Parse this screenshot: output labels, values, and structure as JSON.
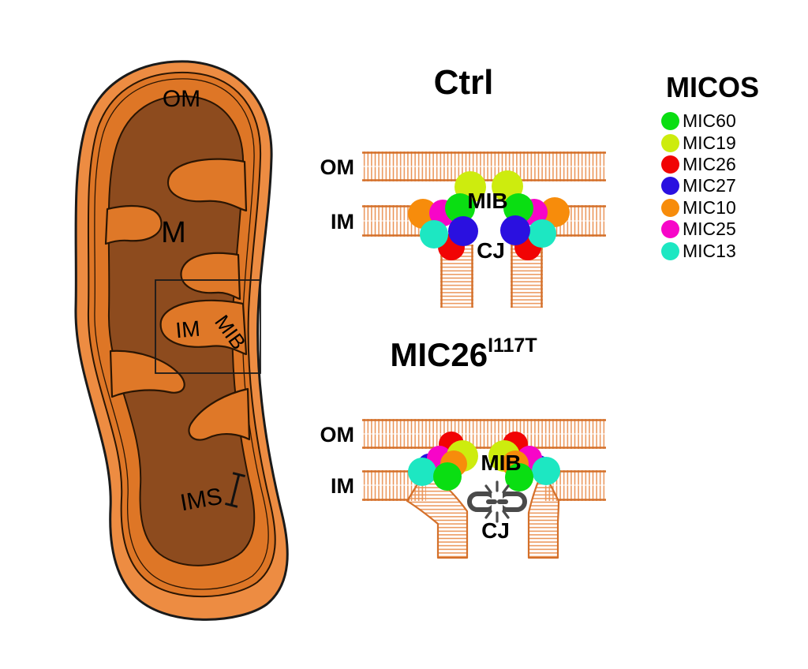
{
  "mito": {
    "om": "OM",
    "matrix": "M",
    "im": "IM",
    "mib": "MIB",
    "ims": "IMS"
  },
  "ctrl": {
    "title": "Ctrl",
    "om": "OM",
    "im": "IM",
    "mib": "MIB",
    "cj": "CJ"
  },
  "mutant": {
    "title": "MIC26",
    "title_sup": "I117T",
    "om": "OM",
    "im": "IM",
    "mib": "MIB",
    "cj": "CJ"
  },
  "legend": {
    "title": "MICOS",
    "items": [
      "MIC60",
      "MIC19",
      "MIC26",
      "MIC27",
      "MIC10",
      "MIC25",
      "MIC13"
    ]
  },
  "proteins": {
    "MIC60": "#0ade12",
    "MIC19": "#cdec0e",
    "MIC26": "#f10404",
    "MIC27": "#2a10e0",
    "MIC10": "#f78c0b",
    "MIC25": "#f705c8",
    "MIC13": "#1de7c2"
  },
  "membrane": {
    "line": "#ea9355",
    "edge": "#d4702a"
  },
  "mito_colors": {
    "outer": "#ED8C42",
    "mid": "#DE7626",
    "matrix": "#8D4B1E",
    "crista": "#DF7828"
  },
  "chain_color": "#4a4a4a"
}
